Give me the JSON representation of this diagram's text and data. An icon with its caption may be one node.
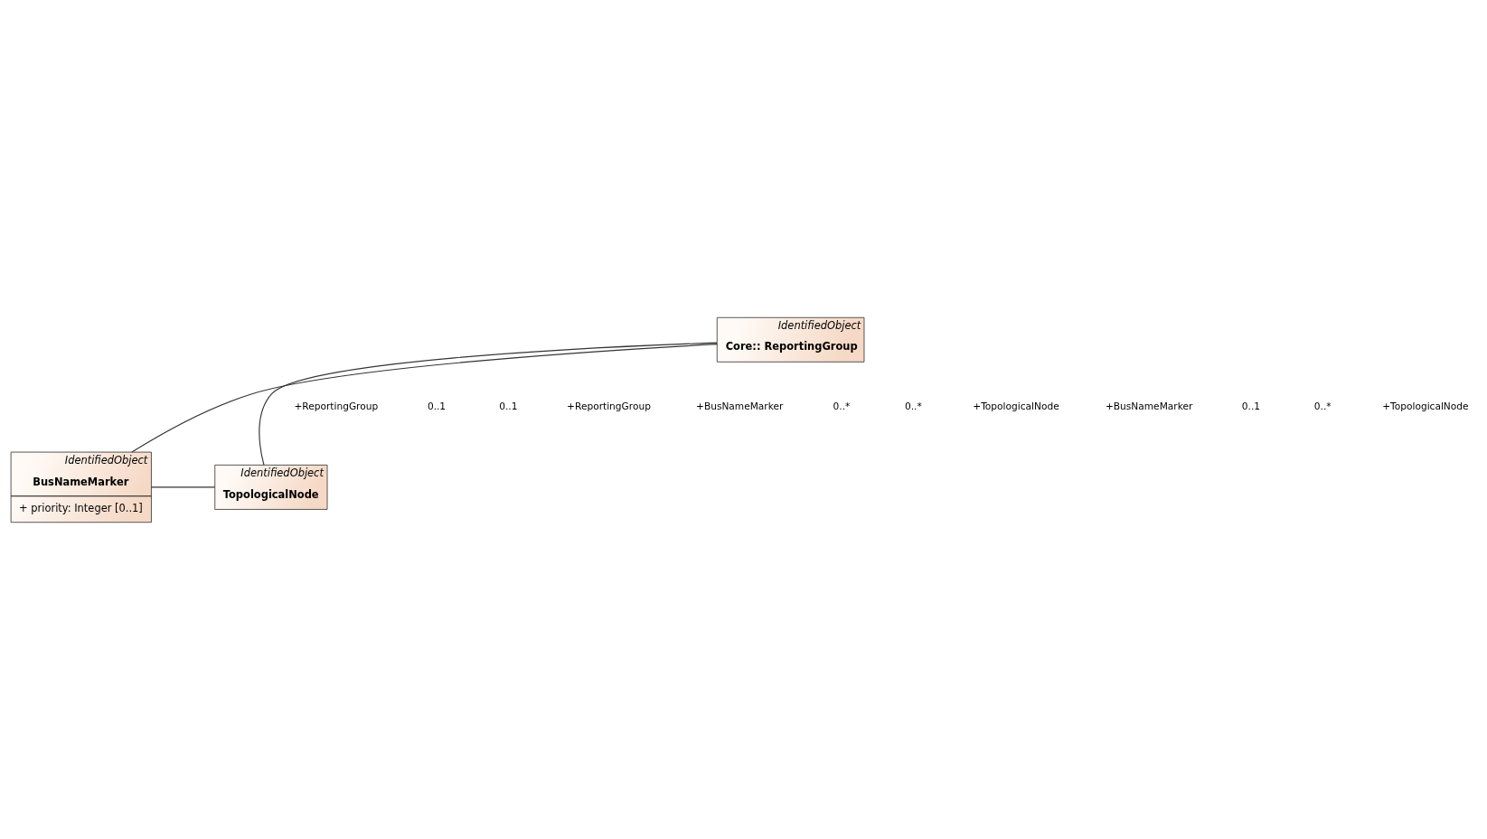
{
  "diagram": {
    "nodes": [
      {
        "text": [
          "IdentifiedObject",
          "Core:: ReportingGroup"
        ]
      },
      {
        "text": [
          "IdentifiedObject",
          "BusNameMarker",
          "+ priority: Integer [0..1]"
        ]
      },
      {
        "text": [
          "IdentifiedObject",
          "TopologicalNode"
        ]
      }
    ],
    "edges": [
      {
        "from": 0,
        "to": 1,
        "arrow": "none"
      },
      {
        "from": 0,
        "to": 2,
        "arrow": "none"
      },
      {
        "from": 1,
        "to": 2,
        "arrow": "none"
      }
    ],
    "labels": [
      "+ReportingGroup",
      "0..1",
      "0..1",
      "+ReportingGroup",
      "+BusNameMarker",
      "0..*",
      "0..*",
      "+TopologicalNode",
      "+BusNameMarker",
      "0..1",
      "0..*",
      "+TopologicalNode"
    ]
  }
}
